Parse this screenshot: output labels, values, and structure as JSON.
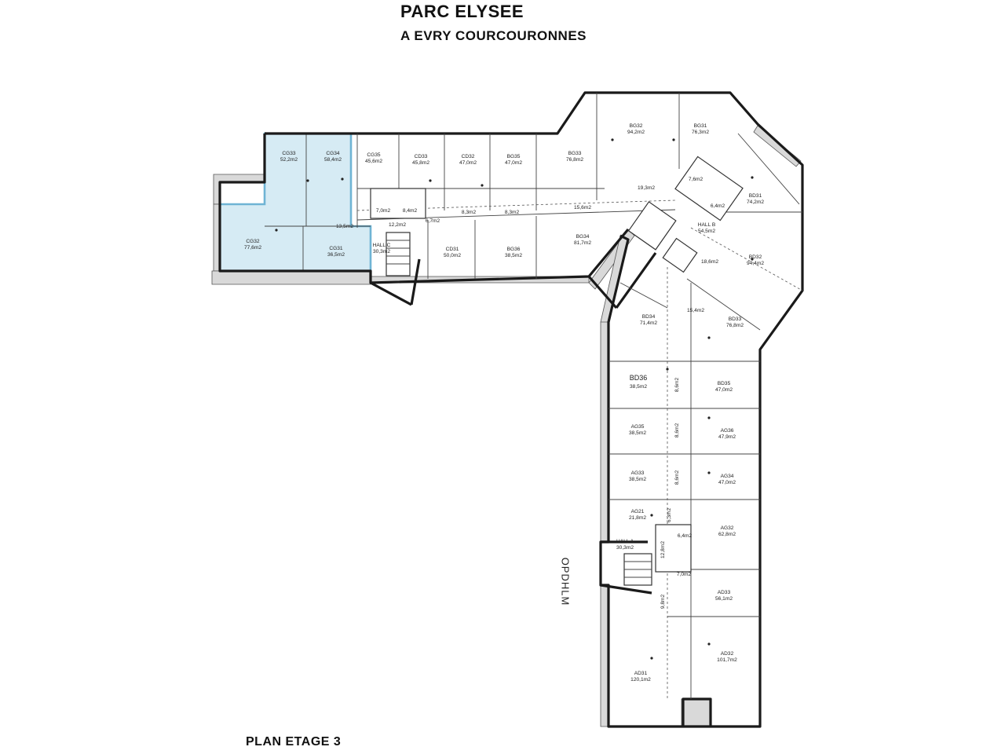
{
  "header": {
    "title": "PARC ELYSEE",
    "subtitle": "A EVRY COURCOURONNES"
  },
  "footer": {
    "plan_label": "PLAN ETAGE 3"
  },
  "neighbor_label": "OPDHLM",
  "highlight_color": "#6fb4d4",
  "highlighted_lots": [
    "CG33",
    "CG34",
    "CG32",
    "CG31"
  ],
  "lots": [
    {
      "code": "CG33",
      "area": "52,2m2"
    },
    {
      "code": "CG34",
      "area": "58,4m2"
    },
    {
      "code": "CG35",
      "area": "45,6m2"
    },
    {
      "code": "CD33",
      "area": "45,8m2"
    },
    {
      "code": "CD32",
      "area": "47,0m2"
    },
    {
      "code": "BG35",
      "area": "47,0m2"
    },
    {
      "code": "BG33",
      "area": "76,8m2"
    },
    {
      "code": "BG32",
      "area": "94,2m2"
    },
    {
      "code": "BG31",
      "area": "76,3m2"
    },
    {
      "code": "BD31",
      "area": "74,2m2"
    },
    {
      "code": "CG32",
      "area": "77,6m2"
    },
    {
      "code": "CG31",
      "area": "36,5m2"
    },
    {
      "code": "CD31",
      "area": "50,0m2"
    },
    {
      "code": "BG36",
      "area": "38,5m2"
    },
    {
      "code": "BG34",
      "area": "81,7m2"
    },
    {
      "code": "BD32",
      "area": "94,4m2"
    },
    {
      "code": "BD34",
      "area": "71,4m2"
    },
    {
      "code": "BD33",
      "area": "76,8m2"
    },
    {
      "code": "BD36",
      "area": "38,5m2"
    },
    {
      "code": "BD35",
      "area": "47,0m2"
    },
    {
      "code": "AG35",
      "area": "38,5m2"
    },
    {
      "code": "AG36",
      "area": "47,9m2"
    },
    {
      "code": "AG33",
      "area": "38,5m2"
    },
    {
      "code": "AG34",
      "area": "47,0m2"
    },
    {
      "code": "AG21",
      "area": "21,8m2"
    },
    {
      "code": "AG32",
      "area": "62,8m2"
    },
    {
      "code": "AD33",
      "area": "56,1m2"
    },
    {
      "code": "AD32",
      "area": "101,7m2"
    },
    {
      "code": "AD31",
      "area": "120,1m2"
    }
  ],
  "halls": [
    {
      "name": "HALL C",
      "area": "30,3m2"
    },
    {
      "name": "HALL B",
      "area": "54,5m2"
    },
    {
      "name": "HALL A",
      "area": "30,3m2"
    }
  ],
  "corridor_areas": [
    "13,5m2",
    "12,2m2",
    "7,0m2",
    "8,4m2",
    "6,7m2",
    "8,3m2",
    "8,3m2",
    "15,6m2",
    "19,3m2",
    "7,6m2",
    "6,4m2",
    "18,6m2",
    "15,4m2",
    "8,6m2",
    "8,6m2",
    "8,6m2",
    "6,3m2",
    "6,4m2",
    "12,8m2",
    "7,0m2",
    "9,8m2"
  ]
}
